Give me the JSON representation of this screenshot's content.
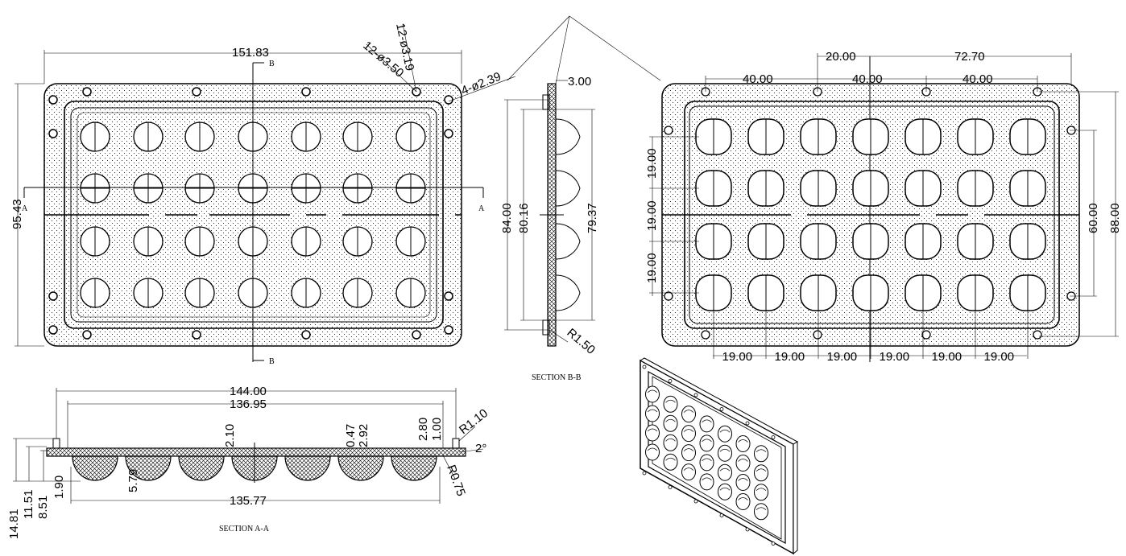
{
  "views": {
    "front": {
      "dim_width": "151.83",
      "dim_height": "95.43",
      "hole_a": "12-ø3.19",
      "hole_b": "12-ø3.50",
      "hole_c": "4-ø2.39",
      "section_a_left": "A",
      "section_a_right": "A",
      "section_b_top": "B",
      "section_b_bottom": "B"
    },
    "section_bb": {
      "title": "SECTION B-B",
      "dim_top": "3.00",
      "dim_84": "84.00",
      "dim_80": "80.16",
      "dim_79": "79.37",
      "dim_r": "R1.50"
    },
    "back": {
      "dim_20": "20.00",
      "dim_72": "72.70",
      "dim_40a": "40.00",
      "dim_40b": "40.00",
      "dim_40c": "40.00",
      "dim_60": "60.00",
      "dim_88": "88.00",
      "v_pitch": [
        "19.00",
        "19.00",
        "19.00"
      ],
      "h_pitch": [
        "19.00",
        "19.00",
        "19.00",
        "19.00",
        "19.00",
        "19.00"
      ]
    },
    "section_aa": {
      "title": "SECTION A-A",
      "dim_144": "144.00",
      "dim_136": "136.95",
      "dim_135": "135.77",
      "dim_210": "2.10",
      "dim_047": "0.47",
      "dim_292": "2.92",
      "dim_280": "2.80",
      "dim_100": "1.00",
      "dim_r110": "R1.10",
      "dim_r075": "R0.75",
      "dim_angle": "2°",
      "dim_579": "5.79",
      "dim_190": "1.90",
      "dim_851": "8.51",
      "dim_1151": "11.51",
      "dim_1481": "14.81"
    }
  },
  "colors": {
    "ink": "#000000",
    "paper": "#ffffff"
  }
}
